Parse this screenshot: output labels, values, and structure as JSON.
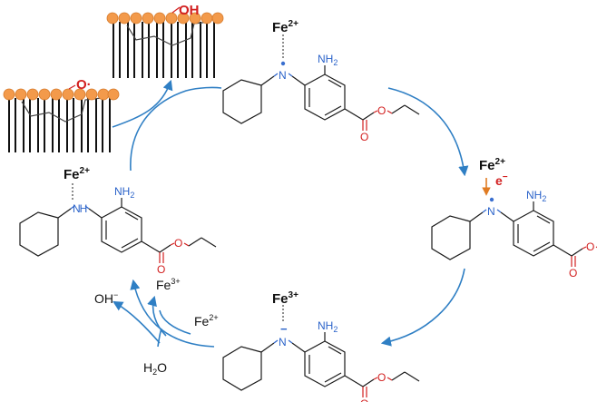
{
  "colors": {
    "cycle_arrow": "#2f7fc4",
    "lipid_head": "#f39a4b",
    "radical_red": "#d21f1f",
    "nitrogen_blue": "#2a62c9",
    "electron_arrow": "#e07b22"
  },
  "labels": {
    "fe2": "Fe",
    "fe2_sup": "2+",
    "fe3": "Fe",
    "fe3_sup": "3+",
    "nh2": "NH",
    "nh2_sub": "2",
    "n": "N",
    "h": "H",
    "o": "O",
    "oh": "OH",
    "o_radical": "O·",
    "electron": "e",
    "electron_sup": "−",
    "minus": "−",
    "hydroxide": "OH",
    "hydroxide_sup": "−",
    "water": "H",
    "water_sub": "2",
    "water_end": "O"
  }
}
